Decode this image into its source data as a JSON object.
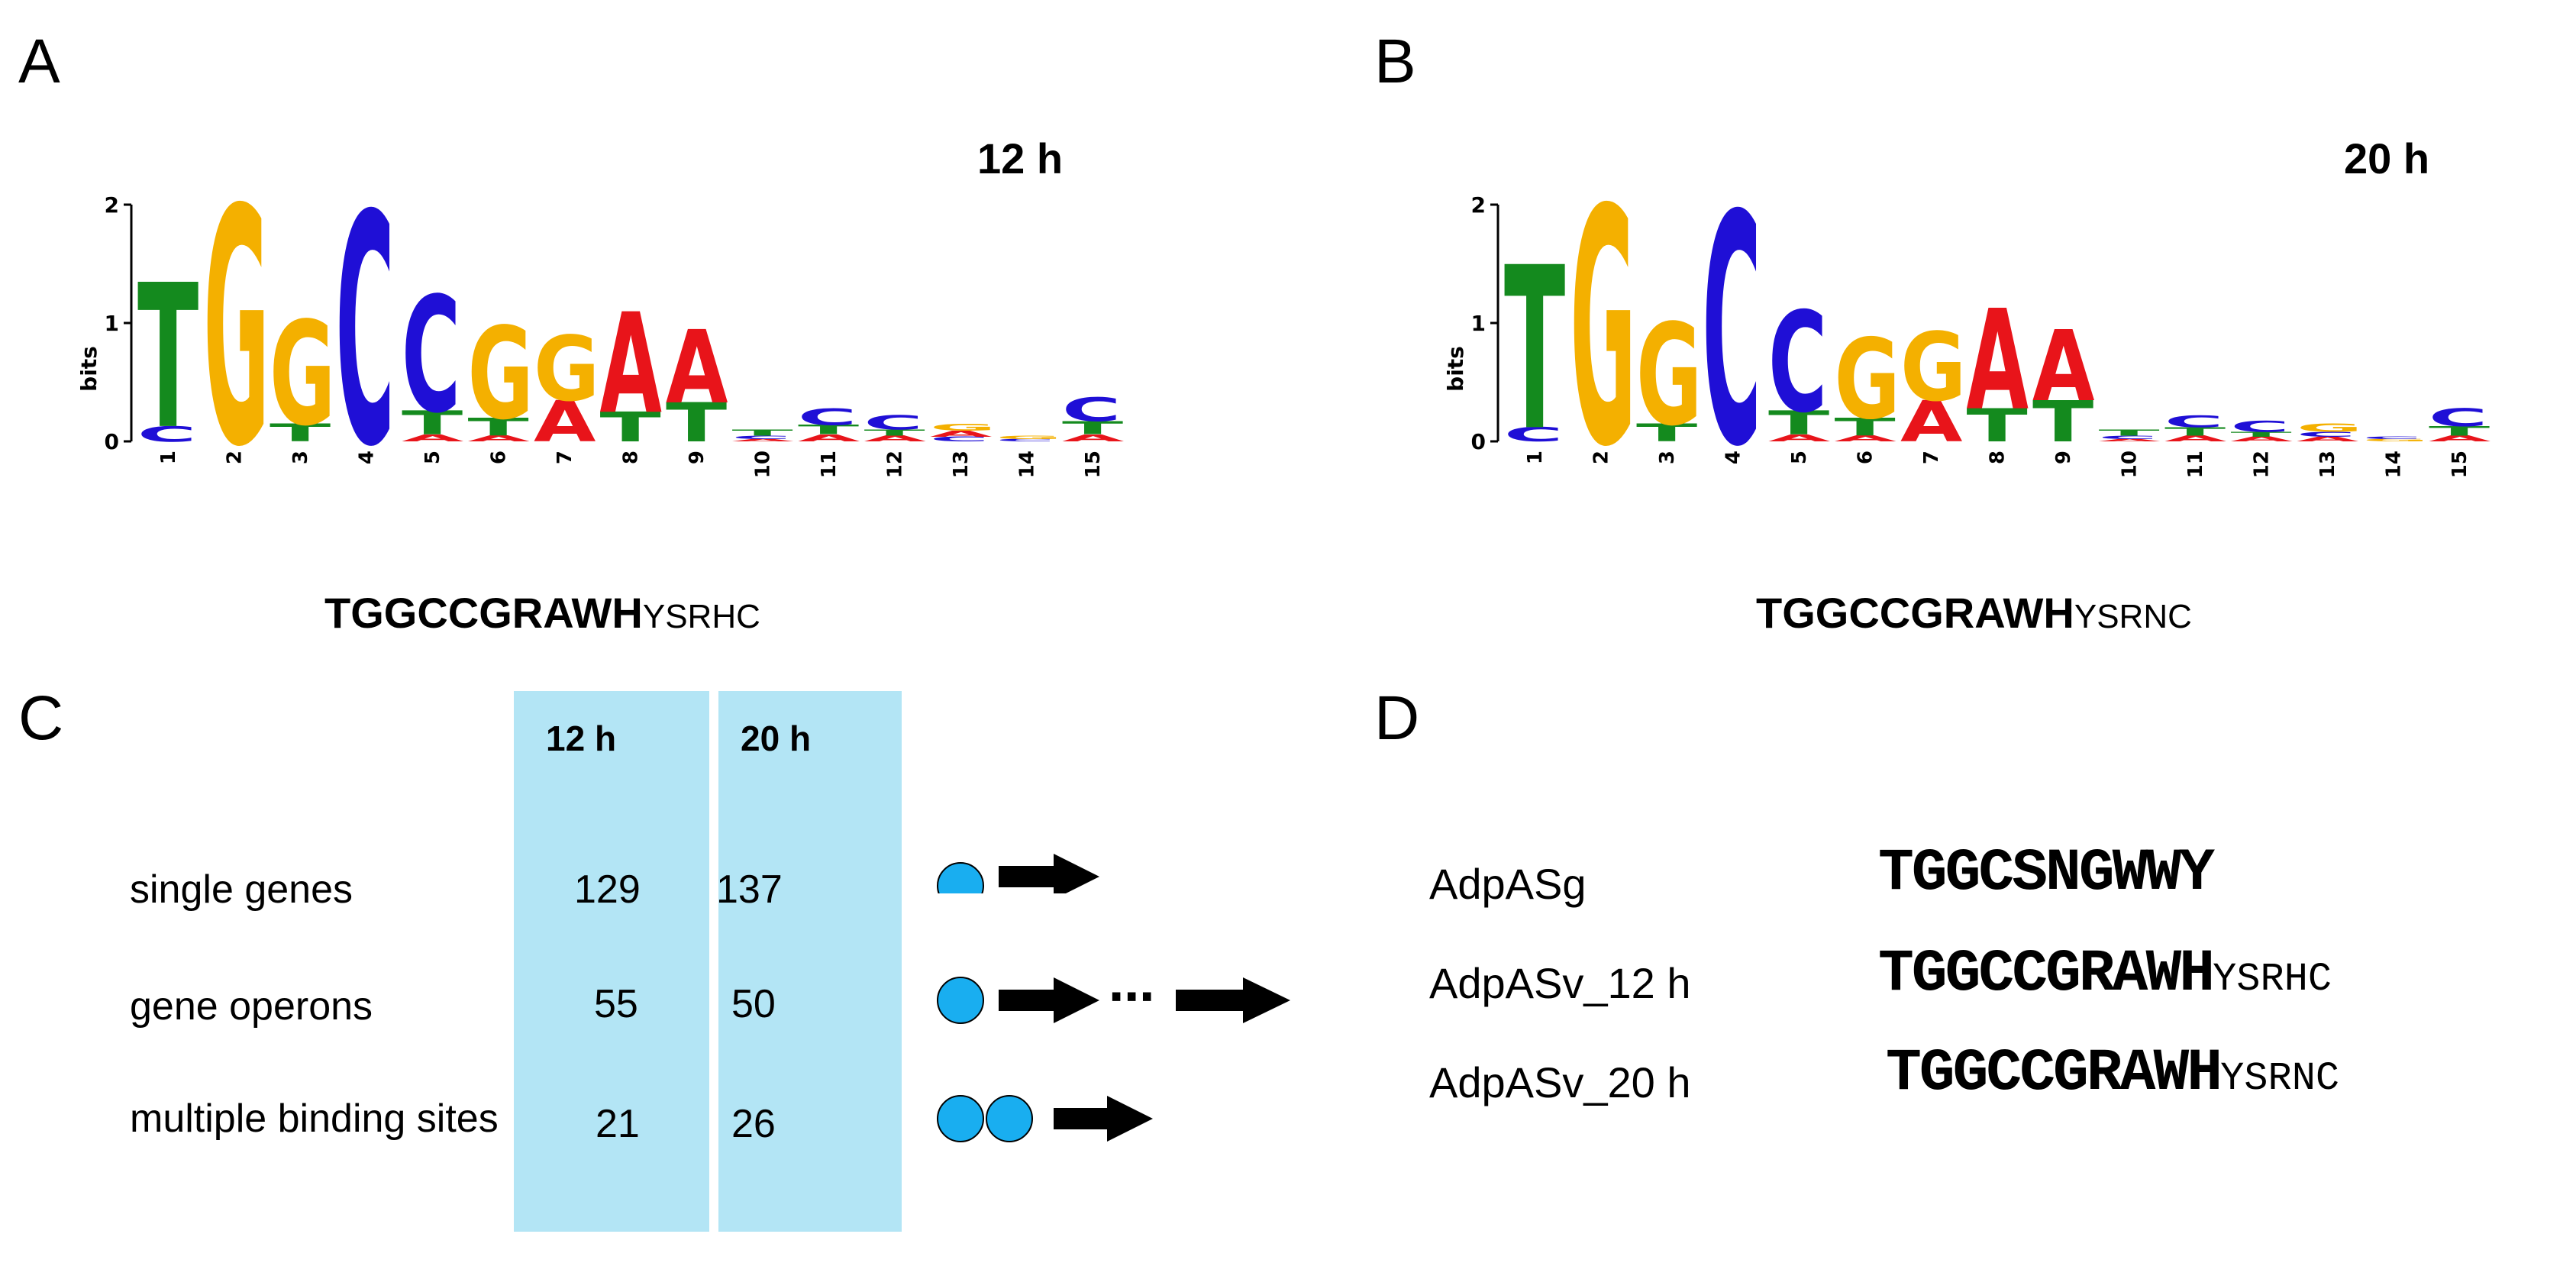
{
  "colors": {
    "A": "#e8141a",
    "C": "#1f0fd6",
    "G": "#f4b000",
    "T": "#148a1e",
    "table_bg": "#b3e5f5",
    "dot": "#19aef0"
  },
  "panels": {
    "A": {
      "letter": "A",
      "time": "12 h",
      "consensus_strong": "TGGCCGRAWH",
      "consensus_weak": "YSRHC",
      "logo": {
        "ylabel": "bits",
        "yticks": [
          "0",
          "1",
          "2"
        ],
        "positions": [
          [
            [
              "C",
              0.13
            ],
            [
              "T",
              1.22
            ]
          ],
          [
            [
              "G",
              2.0
            ]
          ],
          [
            [
              "T",
              0.15
            ],
            [
              "G",
              0.88
            ]
          ],
          [
            [
              "C",
              1.95
            ]
          ],
          [
            [
              "A",
              0.06
            ],
            [
              "T",
              0.2
            ],
            [
              "C",
              0.98
            ]
          ],
          [
            [
              "A",
              0.05
            ],
            [
              "T",
              0.15
            ],
            [
              "G",
              0.78
            ]
          ],
          [
            [
              "A",
              0.35
            ],
            [
              "G",
              0.55
            ]
          ],
          [
            [
              "T",
              0.25
            ],
            [
              "A",
              0.85
            ]
          ],
          [
            [
              "T",
              0.33
            ],
            [
              "A",
              0.62
            ]
          ],
          [
            [
              "A",
              0.02
            ],
            [
              "C",
              0.03
            ],
            [
              "T",
              0.05
            ]
          ],
          [
            [
              "A",
              0.06
            ],
            [
              "T",
              0.08
            ],
            [
              "C",
              0.14
            ]
          ],
          [
            [
              "A",
              0.05
            ],
            [
              "T",
              0.05
            ],
            [
              "C",
              0.12
            ]
          ],
          [
            [
              "C",
              0.04
            ],
            [
              "A",
              0.05
            ],
            [
              "G",
              0.06
            ]
          ],
          [
            [
              "C",
              0.02
            ],
            [
              "G",
              0.03
            ]
          ],
          [
            [
              "A",
              0.06
            ],
            [
              "T",
              0.11
            ],
            [
              "C",
              0.2
            ]
          ]
        ]
      }
    },
    "B": {
      "letter": "B",
      "time": "20 h",
      "consensus_strong": "TGGCCGRAWH",
      "consensus_weak": "YSRNC",
      "logo": {
        "ylabel": "bits",
        "yticks": [
          "0",
          "1",
          "2"
        ],
        "positions": [
          [
            [
              "C",
              0.12
            ],
            [
              "T",
              1.38
            ]
          ],
          [
            [
              "G",
              2.0
            ]
          ],
          [
            [
              "T",
              0.15
            ],
            [
              "G",
              0.86
            ]
          ],
          [
            [
              "C",
              1.95
            ]
          ],
          [
            [
              "A",
              0.06
            ],
            [
              "T",
              0.2
            ],
            [
              "C",
              0.85
            ]
          ],
          [
            [
              "A",
              0.05
            ],
            [
              "T",
              0.15
            ],
            [
              "G",
              0.68
            ]
          ],
          [
            [
              "A",
              0.35
            ],
            [
              "G",
              0.58
            ]
          ],
          [
            [
              "T",
              0.28
            ],
            [
              "A",
              0.85
            ]
          ],
          [
            [
              "T",
              0.35
            ],
            [
              "A",
              0.6
            ]
          ],
          [
            [
              "A",
              0.02
            ],
            [
              "C",
              0.03
            ],
            [
              "T",
              0.05
            ]
          ],
          [
            [
              "A",
              0.05
            ],
            [
              "T",
              0.07
            ],
            [
              "C",
              0.1
            ]
          ],
          [
            [
              "A",
              0.04
            ],
            [
              "T",
              0.04
            ],
            [
              "C",
              0.09
            ]
          ],
          [
            [
              "A",
              0.04
            ],
            [
              "C",
              0.04
            ],
            [
              "G",
              0.07
            ]
          ],
          [
            [
              "G",
              0.02
            ],
            [
              "C",
              0.02
            ]
          ],
          [
            [
              "A",
              0.05
            ],
            [
              "T",
              0.08
            ],
            [
              "C",
              0.15
            ]
          ]
        ]
      }
    },
    "C": {
      "letter": "C",
      "col_headers": [
        "12 h",
        "20 h"
      ],
      "rows": [
        {
          "label": "single genes",
          "v12": "129",
          "v20": "137"
        },
        {
          "label": "gene operons",
          "v12": "55",
          "v20": "50"
        },
        {
          "label": "multiple binding sites",
          "v12": "21",
          "v20": "26"
        }
      ],
      "operon_dots": "⋯"
    },
    "D": {
      "letter": "D",
      "rows": [
        {
          "name": "AdpASg",
          "strong": "TGGCSNGWWY",
          "weak": ""
        },
        {
          "name": "AdpASv_12 h",
          "strong": "TGGCCGRAWH",
          "weak": "YSRHC"
        },
        {
          "name": "AdpASv_20 h",
          "strong": "TGGCCGRAWH",
          "weak": "YSRNC"
        }
      ]
    }
  }
}
